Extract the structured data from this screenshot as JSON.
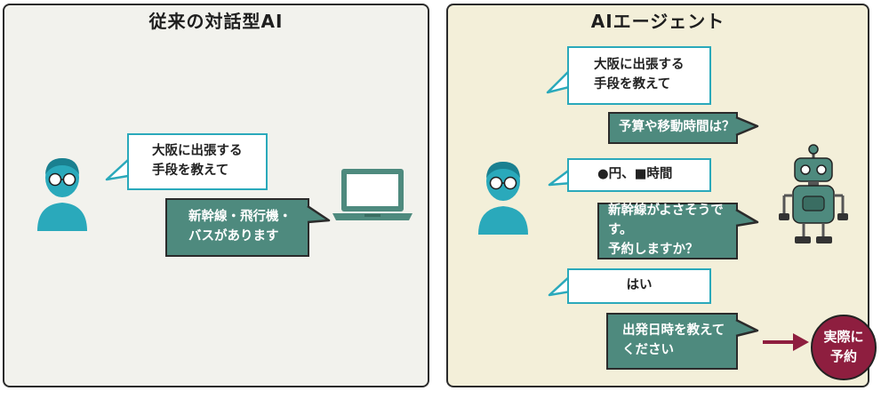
{
  "left_panel": {
    "title": "従来の対話型AI",
    "user_message": "大阪に出張する\n手段を教えて",
    "ai_reply": "新幹線・飛行機・\nバスがあります"
  },
  "right_panel": {
    "title": "AIエージェント",
    "messages": [
      {
        "from": "user",
        "text": "大阪に出張する\n手段を教えて"
      },
      {
        "from": "agent",
        "text": "予算や移動時間は？"
      },
      {
        "from": "user",
        "text": "●円、■時間"
      },
      {
        "from": "agent",
        "text": "新幹線がよさそうです。\n予約しますか？"
      },
      {
        "from": "user",
        "text": "はい"
      },
      {
        "from": "agent",
        "text": "出発日時を教えて\nください"
      }
    ],
    "action_label": "実際に\n予約"
  },
  "colors": {
    "left_bg": "#f2f2ed",
    "right_bg": "#f3efd9",
    "teal": "#2aa9bb",
    "green": "#4e8a7e",
    "maroon": "#8e1e3f"
  },
  "icons": [
    "person-icon",
    "laptop-icon",
    "robot-icon",
    "arrow-right-icon"
  ]
}
